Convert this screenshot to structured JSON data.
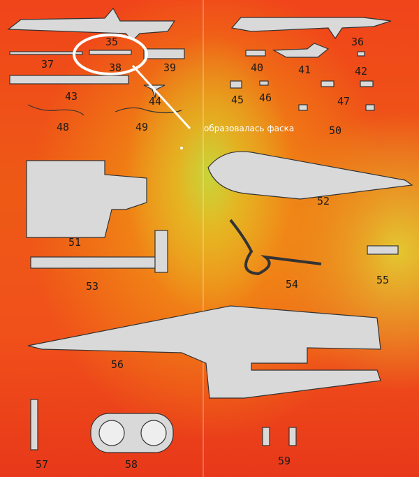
{
  "part_numbers": [
    "35",
    "36",
    "37",
    "38",
    "39",
    "40",
    "41",
    "42",
    "43",
    "44",
    "45",
    "46",
    "47",
    "48",
    "49",
    "50",
    "51",
    "52",
    "53",
    "54",
    "55",
    "56",
    "57",
    "58",
    "59"
  ],
  "annotation": {
    "text": "образовалась фаска",
    "color": "#ffffff"
  },
  "colors": {
    "part_fill": "#d8d8d8",
    "part_stroke": "#333333",
    "highlight": "#ffffff"
  }
}
